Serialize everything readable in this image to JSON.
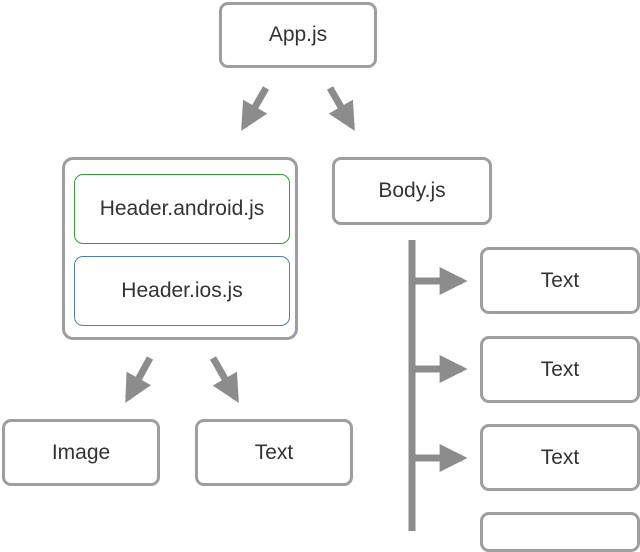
{
  "root": {
    "label": "App.js"
  },
  "header_group": {
    "android": {
      "label": "Header.android.js"
    },
    "ios": {
      "label": "Header.ios.js"
    }
  },
  "body": {
    "label": "Body.js"
  },
  "header_children": [
    {
      "label": "Image"
    },
    {
      "label": "Text"
    }
  ],
  "body_children": [
    {
      "label": "Text"
    },
    {
      "label": "Text"
    },
    {
      "label": "Text"
    },
    {
      "label": ""
    }
  ],
  "colors": {
    "border": "#9e9e9e",
    "arrow": "#8c8c8c",
    "android_border": "#3a9a3a",
    "ios_border": "#4f7fb5",
    "text": "#333333"
  }
}
